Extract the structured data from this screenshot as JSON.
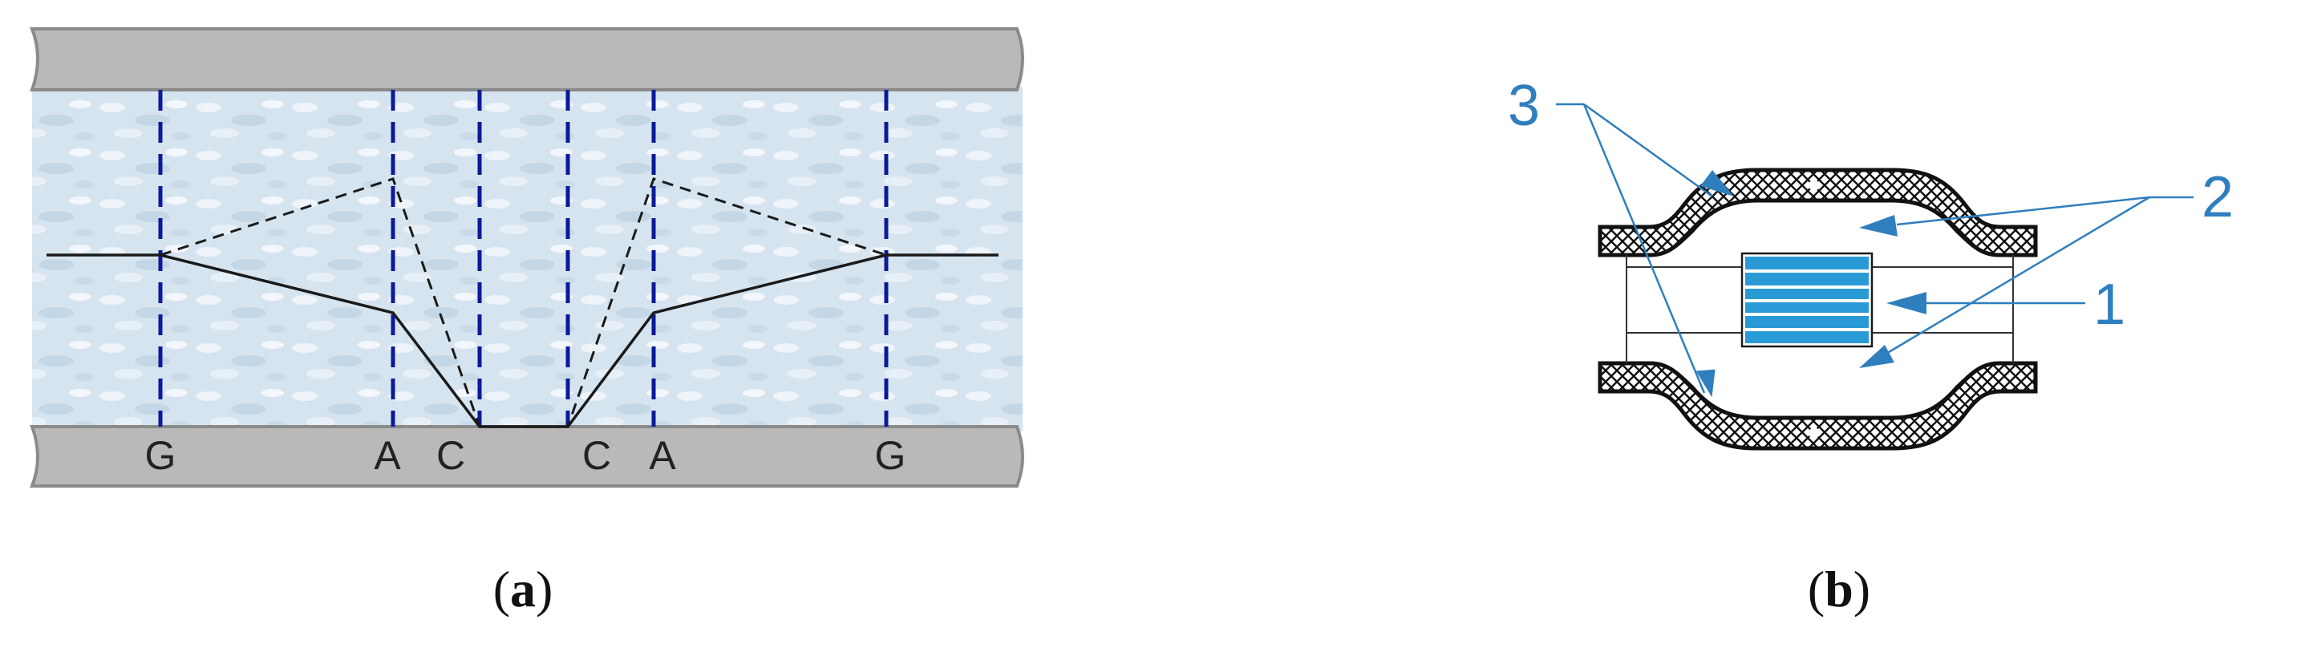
{
  "panel_a": {
    "caption_open": "(",
    "caption_letter": "a",
    "caption_close": ")",
    "bottom_labels": [
      "G",
      "A",
      "C",
      "C",
      "A",
      "G"
    ]
  },
  "panel_b": {
    "caption_open": "(",
    "caption_letter": "b",
    "caption_close": ")",
    "labels": {
      "three": "3",
      "two": "2",
      "one": "1"
    }
  },
  "colors": {
    "plate": "#b9b9b9",
    "plate_edge": "#8a8a8a",
    "water": "#dbe7f1",
    "dashed_lines": "#0b1a9a",
    "callout_blue": "#2f7fbe",
    "insert_blue": "#2a9ad6",
    "ink": "#1a1a1a"
  }
}
